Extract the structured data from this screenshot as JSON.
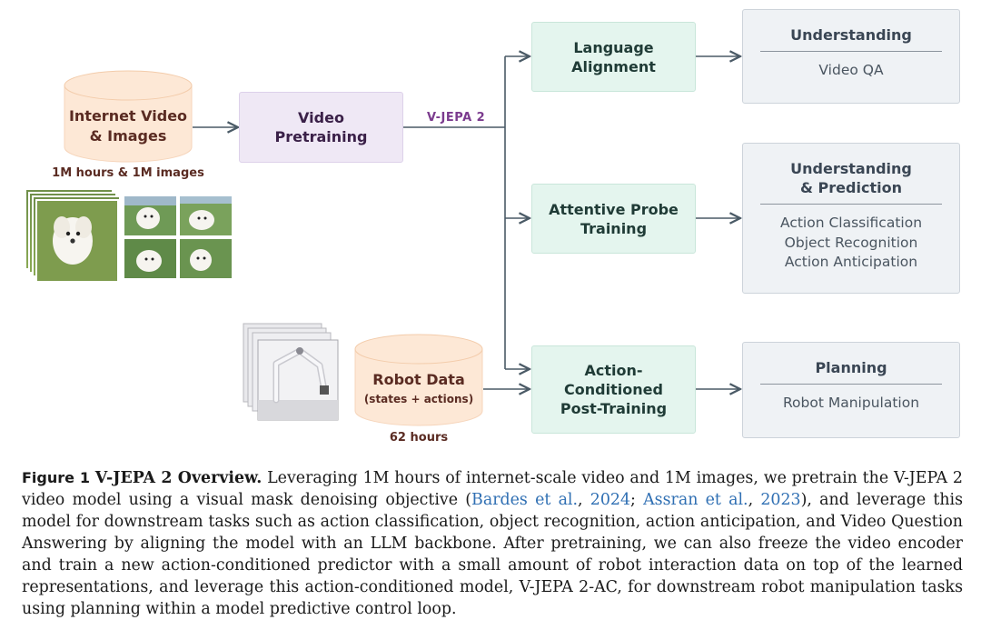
{
  "sources": {
    "internet": {
      "line1": "Internet Video",
      "line2": "& Images",
      "caption": "1M hours & 1M images"
    },
    "robot": {
      "line1": "Robot Data",
      "line2": "(states + actions)",
      "caption": "62 hours"
    }
  },
  "pretraining": {
    "line1": "Video",
    "line2": "Pretraining"
  },
  "model_label": "V-JEPA 2",
  "branches": [
    {
      "lines": [
        "Language",
        "Alignment"
      ],
      "output": {
        "heading": [
          "Understanding"
        ],
        "items": [
          "Video QA"
        ]
      }
    },
    {
      "lines": [
        "Attentive Probe",
        "Training"
      ],
      "output": {
        "heading": [
          "Understanding",
          "& Prediction"
        ],
        "items": [
          "Action Classification",
          "Object Recognition",
          "Action Anticipation"
        ]
      }
    },
    {
      "lines": [
        "Action-",
        "Conditioned",
        "Post-Training"
      ],
      "output": {
        "heading": [
          "Planning"
        ],
        "items": [
          "Robot Manipulation"
        ]
      }
    }
  ],
  "caption": {
    "label": "Figure 1",
    "title": "V-JEPA 2 Overview.",
    "text1": " Leveraging 1M hours of internet-scale video and 1M images, we pretrain the V-JEPA 2 video model using a visual mask denoising objective (",
    "cite1_name": "Bardes et al.",
    "sep1": ", ",
    "cite1_year": "2024",
    "mid": "; ",
    "cite2_name": "Assran et al.",
    "sep2": ", ",
    "cite2_year": "2023",
    "text2": "), and leverage this model for downstream tasks such as action classification, object recognition, action anticipation, and Video Question Answering by aligning the model with an LLM backbone. After pretraining, we can also freeze the video encoder and train a new action-conditioned predictor with a small amount of robot interaction data on top of the learned representations, and leverage this action-conditioned model, V-JEPA 2-AC, for downstream robot manipulation tasks using planning within a model predictive control loop."
  },
  "colors": {
    "process_fill": "#e4f5ee",
    "pretrain_fill": "#efe8f5",
    "output_fill": "#eff2f5",
    "cylinder_fill": "#fde8d6",
    "arrow": "#4a5a66",
    "model_label": "#7b3b8e",
    "citation": "#2f6fb3"
  },
  "icons": [
    "dog-video-frames-stack",
    "dog-image-grid",
    "robot-arm-frames-stack"
  ]
}
